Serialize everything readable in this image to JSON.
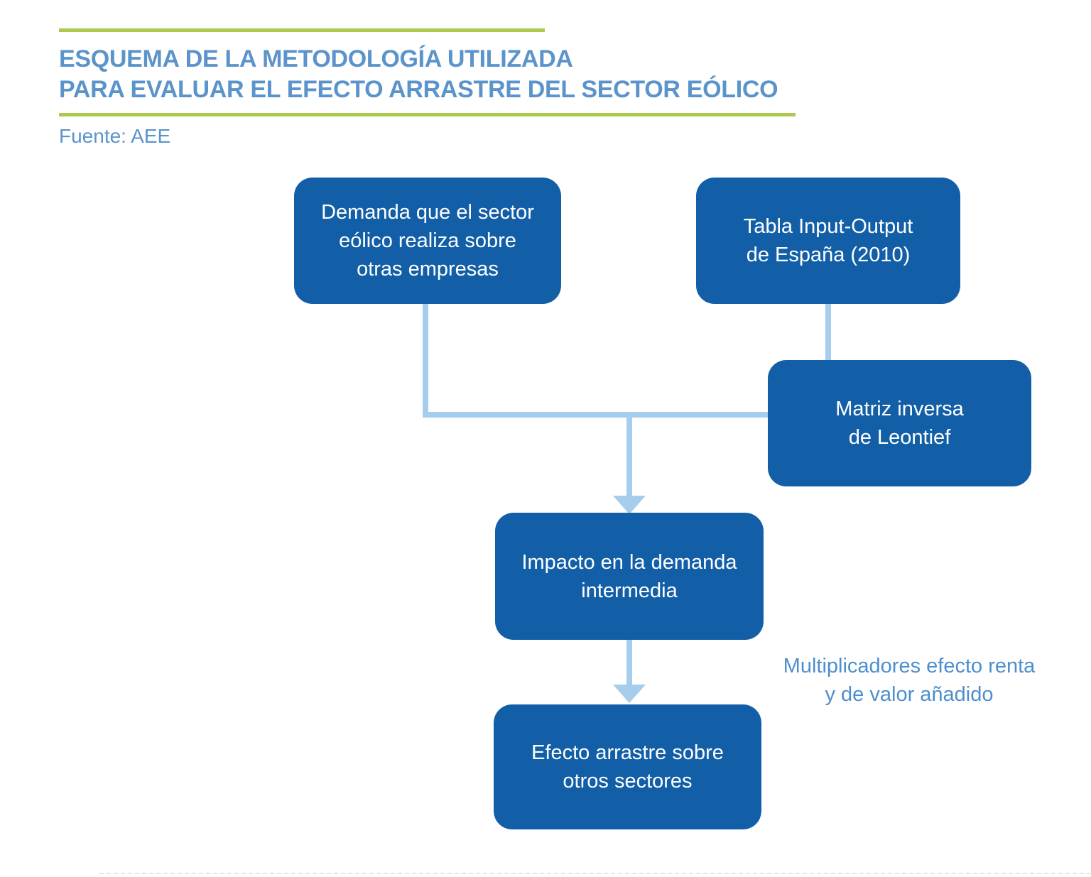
{
  "header": {
    "title_lines": [
      "ESQUEMA DE LA METODOLOGÍA UTILIZADA",
      "PARA EVALUAR EL EFECTO ARRASTRE DEL SECTOR EÓLICO"
    ],
    "source": "Fuente: AEE"
  },
  "colors": {
    "node_fill": "#135fa7",
    "node_text": "#ffffff",
    "connector": "#a5cdec",
    "title_text": "#5b93cb",
    "annotation_text": "#4d8fcd",
    "accent_rule": "#aec94e"
  },
  "diagram": {
    "nodes": [
      {
        "id": "demanda",
        "lines": [
          "Demanda que el sector",
          "eólico realiza sobre",
          "otras empresas"
        ]
      },
      {
        "id": "tabla",
        "lines": [
          "Tabla Input-Output",
          "de España (2010)"
        ]
      },
      {
        "id": "matriz",
        "lines": [
          "Matriz inversa",
          "de Leontief"
        ]
      },
      {
        "id": "impacto",
        "lines": [
          "Impacto en la demanda",
          "intermedia"
        ]
      },
      {
        "id": "efecto",
        "lines": [
          "Efecto arrastre sobre",
          "otros sectores"
        ]
      }
    ],
    "annotation_lines": [
      "Multiplicadores efecto renta",
      "y de valor añadido"
    ],
    "flow": [
      "demanda -> impacto",
      "tabla -> matriz",
      "matriz -> impacto",
      "impacto -> efecto"
    ]
  }
}
